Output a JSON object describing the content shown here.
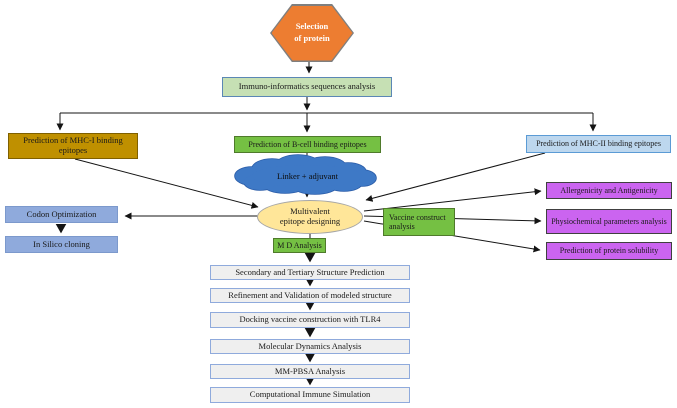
{
  "nodes": {
    "selection": {
      "line1": "Selection",
      "line2": "of protein"
    },
    "immuno": {
      "label": "Immuno-informatics sequences analysis"
    },
    "mhc1": {
      "line1": "Prediction of MHC-I binding",
      "line2": "epitopes"
    },
    "bcell": {
      "label": "Prediction of B-cell binding epitopes"
    },
    "mhc2": {
      "label": "Prediction of MHC-II binding epitopes"
    },
    "linker": {
      "label": "Linker + adjuvant"
    },
    "multivalent": {
      "line1": "Multivalent",
      "line2": "epitope designing"
    },
    "vaccine": {
      "label": "Vaccine construct analysis"
    },
    "codon": {
      "label": "Codon Optimization"
    },
    "insilico": {
      "label": "In Silico cloning"
    },
    "allergenicity": {
      "label": "Allergenicity and Antigenicity"
    },
    "physiochemical": {
      "label": "Physiochemical parameters analysis"
    },
    "solubility": {
      "label": "Prediction of protein solubility"
    },
    "md": {
      "label": "M D Analysis"
    },
    "pipeline": [
      "Secondary and Tertiary Structure Prediction",
      "Refinement and Validation of modeled structure",
      "Docking vaccine construction with TLR4",
      "Molecular Dynamics Analysis",
      "MM-PBSA Analysis",
      "Computational Immune Simulation"
    ]
  },
  "colors": {
    "hexagon": "#ED7D31",
    "hexagon_border": "#7F7F7F",
    "light_green": "#C6E0B4",
    "blue_border": "#5B87B5",
    "blue_border2": "#5B9BD5",
    "gold": "#BF9000",
    "gold_border": "#7F6000",
    "green": "#75C043",
    "green_border": "#4F7A2B",
    "light_blue": "#BDD7EE",
    "cloud": "#3E79C6",
    "cloud_border": "#2A5CA8",
    "cream": "#FFE699",
    "gray_border": "#A6A6A6",
    "magenta": "#CB64F0",
    "magenta_border": "#404040",
    "periwinkle": "#8FAADC",
    "periwinkle_border": "#7C99CC",
    "pipe_fill": "#EFEFEF",
    "pipe_border": "#8FAADC",
    "line": "#141414"
  }
}
